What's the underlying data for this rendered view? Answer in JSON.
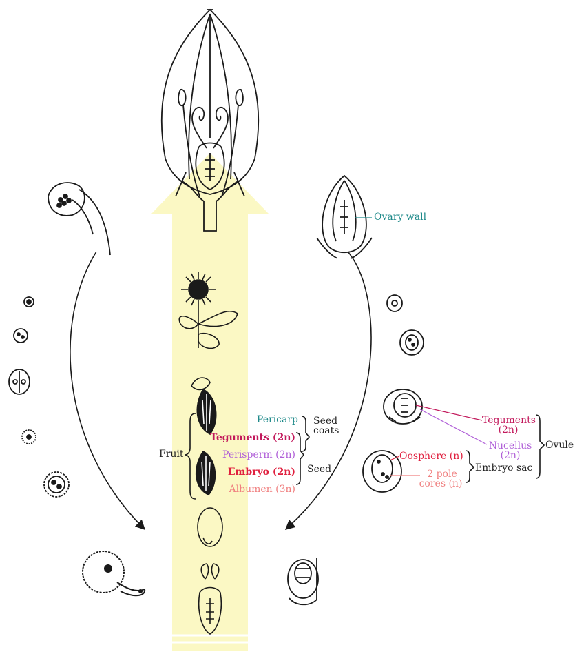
{
  "colors": {
    "background": "#ffffff",
    "arrow_fill": "#fbf8c4",
    "ink": "#1a1a1a",
    "teal": "#1f8a8a",
    "crimson": "#c2185b",
    "orchid": "#b05fd8",
    "red": "#e0203f",
    "salmon": "#f08080",
    "black": "#222222"
  },
  "icons": [
    "flower-bud-drawing",
    "anther-drawing",
    "pollen-grain-drawing",
    "ovary-drawing",
    "ovule-drawing",
    "sunflower-drawing",
    "sunflower-seed-drawing",
    "germinating-pollen-drawing"
  ],
  "labels": {
    "ovary_wall": "Ovary wall",
    "pericarp": "Pericarp",
    "seed_coats_line1": "Seed",
    "seed_coats_line2": "coats",
    "fruit": "Fruit",
    "seed_teguments": "Teguments (2n)",
    "perisperm": "Perisperm (2n)",
    "seed": "Seed",
    "embryo": "Embryo (2n)",
    "albumen": "Albumen (3n)",
    "ovule_teguments_line1": "Teguments",
    "ovule_teguments_line2": "(2n)",
    "nucellus_line1": "Nucellus",
    "nucellus_line2": "(2n)",
    "ovule": "Ovule",
    "oosphere": "Oosphere (n)",
    "pole_cores_line1": "2 pole",
    "pole_cores_line2": "cores (n)",
    "embryo_sac": "Embryo sac"
  }
}
